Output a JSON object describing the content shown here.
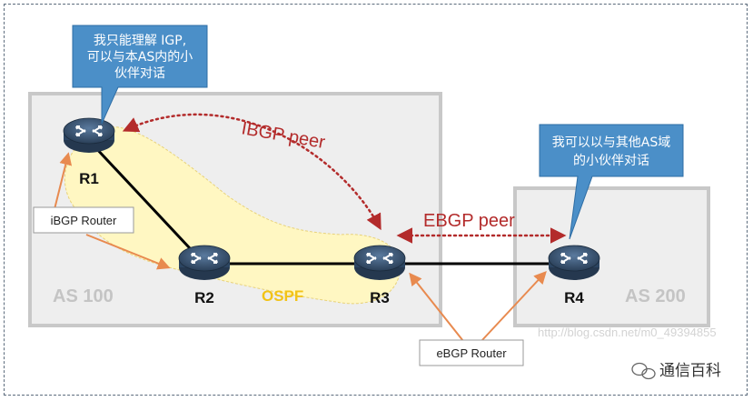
{
  "callouts": {
    "left": {
      "lines": [
        "我只能理解 IGP,",
        "可以与本AS内的小",
        "伙伴对话"
      ]
    },
    "right": {
      "lines": [
        "我可以以与其他AS域",
        "的小伙伴对话"
      ]
    }
  },
  "routers": {
    "r1": "R1",
    "r2": "R2",
    "r3": "R3",
    "r4": "R4"
  },
  "areas": {
    "as100": "AS 100",
    "as200": "AS 200",
    "ospf": "OSPF"
  },
  "peers": {
    "ibgp": "IBGP peer",
    "ebgp": "EBGP peer"
  },
  "labels": {
    "ibgp_router": "iBGP Router",
    "ebgp_router": "eBGP Router"
  },
  "watermark": "http://blog.csdn.net/m0_49394855",
  "brand": "通信百科",
  "colors": {
    "callout_blue": "#4b8fc8",
    "peer_red": "#b32b2b",
    "arrow_orange": "#e88a4f",
    "as_box_gray": "#eeeeee",
    "ospf_yellow": "#fff7c2"
  }
}
